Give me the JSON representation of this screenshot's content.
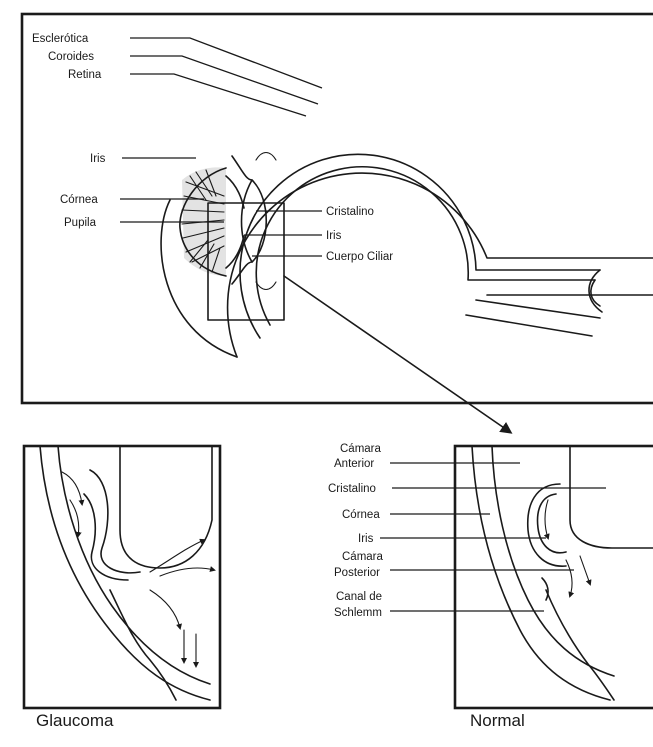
{
  "eye_labels_left": [
    {
      "id": "esclerotica",
      "text": "Esclerótica"
    },
    {
      "id": "coroides",
      "text": "Coroides"
    },
    {
      "id": "retina",
      "text": "Retina"
    },
    {
      "id": "iris",
      "text": "Iris"
    },
    {
      "id": "cornea",
      "text": "Córnea"
    },
    {
      "id": "pupila",
      "text": "Pupila"
    }
  ],
  "eye_labels_right": [
    {
      "id": "cristalino",
      "text": "Cristalino"
    },
    {
      "id": "iris",
      "text": "Iris"
    },
    {
      "id": "cuerpo-ciliar",
      "text": "Cuerpo Ciliar"
    }
  ],
  "normal_labels": [
    {
      "id": "camara-anterior",
      "lines": [
        "Cámara",
        "Anterior"
      ]
    },
    {
      "id": "cristalino",
      "lines": [
        "Cristalino"
      ]
    },
    {
      "id": "cornea",
      "lines": [
        "Córnea"
      ]
    },
    {
      "id": "iris",
      "lines": [
        "Iris"
      ]
    },
    {
      "id": "camara-posterior",
      "lines": [
        "Cámara",
        "Posterior"
      ]
    },
    {
      "id": "canal-de-schlemm",
      "lines": [
        "Canal de",
        "Schlemm"
      ]
    }
  ],
  "panel_captions": {
    "glaucoma": "Glaucoma",
    "normal": "Normal"
  }
}
